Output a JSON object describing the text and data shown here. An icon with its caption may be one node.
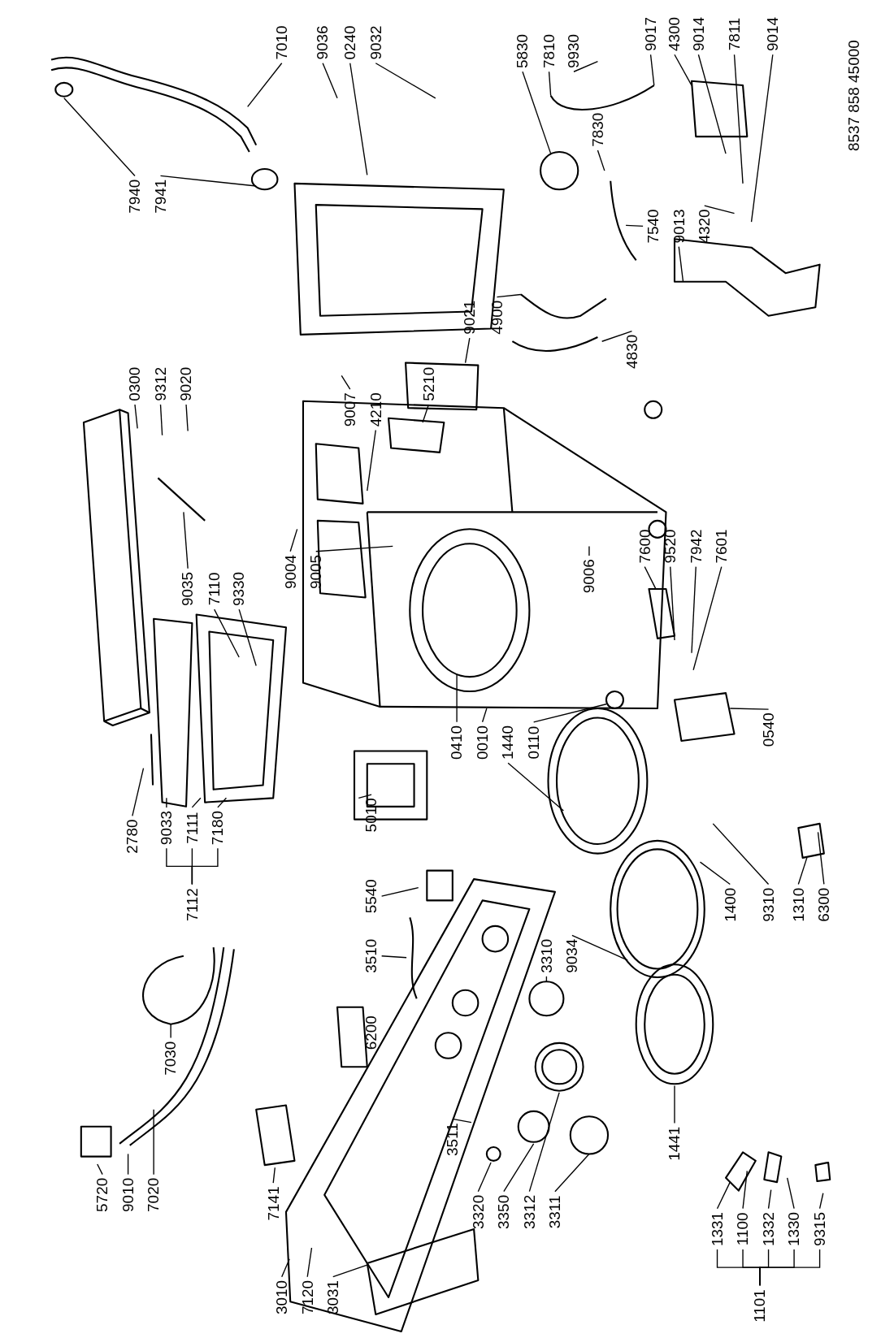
{
  "diagram": {
    "nodes": [
      {
        "text": [
          "7010"
        ]
      },
      {
        "text": [
          "9036"
        ]
      },
      {
        "text": [
          "0240"
        ]
      },
      {
        "text": [
          "9032"
        ]
      },
      {
        "text": [
          "5830"
        ]
      },
      {
        "text": [
          "7810"
        ]
      },
      {
        "text": [
          "9930"
        ]
      },
      {
        "text": [
          "9017"
        ]
      },
      {
        "text": [
          "4300"
        ]
      },
      {
        "text": [
          "9014"
        ]
      },
      {
        "text": [
          "7811"
        ]
      },
      {
        "text": [
          "9014"
        ]
      },
      {
        "text": [
          "7830"
        ]
      },
      {
        "text": [
          "7940"
        ]
      },
      {
        "text": [
          "7941"
        ]
      },
      {
        "text": [
          "7540"
        ]
      },
      {
        "text": [
          "9013"
        ]
      },
      {
        "text": [
          "4320"
        ]
      },
      {
        "text": [
          "9021"
        ]
      },
      {
        "text": [
          "4900"
        ]
      },
      {
        "text": [
          "4830"
        ]
      },
      {
        "text": [
          "5210"
        ]
      },
      {
        "text": [
          "9007"
        ]
      },
      {
        "text": [
          "4210"
        ]
      },
      {
        "text": [
          "0300"
        ]
      },
      {
        "text": [
          "9312"
        ]
      },
      {
        "text": [
          "9020"
        ]
      },
      {
        "text": [
          "9004"
        ]
      },
      {
        "text": [
          "9005"
        ]
      },
      {
        "text": [
          "9035"
        ]
      },
      {
        "text": [
          "7110"
        ]
      },
      {
        "text": [
          "9330"
        ]
      },
      {
        "text": [
          "9006"
        ]
      },
      {
        "text": [
          "7600"
        ]
      },
      {
        "text": [
          "9520"
        ]
      },
      {
        "text": [
          "7942"
        ]
      },
      {
        "text": [
          "7601"
        ]
      },
      {
        "text": [
          "0410"
        ]
      },
      {
        "text": [
          "0010"
        ]
      },
      {
        "text": [
          "1440"
        ]
      },
      {
        "text": [
          "0110"
        ]
      },
      {
        "text": [
          "0540"
        ]
      },
      {
        "text": [
          "2780"
        ]
      },
      {
        "text": [
          "9033"
        ]
      },
      {
        "text": [
          "7111"
        ]
      },
      {
        "text": [
          "7180"
        ]
      },
      {
        "text": [
          "5010"
        ]
      },
      {
        "text": [
          "7112"
        ]
      },
      {
        "text": [
          "5540"
        ]
      },
      {
        "text": [
          "3510"
        ]
      },
      {
        "text": [
          "3310"
        ]
      },
      {
        "text": [
          "9034"
        ]
      },
      {
        "text": [
          "1400"
        ]
      },
      {
        "text": [
          "9310"
        ]
      },
      {
        "text": [
          "1310"
        ]
      },
      {
        "text": [
          "6300"
        ]
      },
      {
        "text": [
          "7030"
        ]
      },
      {
        "text": [
          "3511"
        ]
      },
      {
        "text": [
          "1441"
        ]
      },
      {
        "text": [
          "5720"
        ]
      },
      {
        "text": [
          "9010"
        ]
      },
      {
        "text": [
          "7020"
        ]
      },
      {
        "text": [
          "7141"
        ]
      },
      {
        "text": [
          "3320"
        ]
      },
      {
        "text": [
          "3350"
        ]
      },
      {
        "text": [
          "3312"
        ]
      },
      {
        "text": [
          "3311"
        ]
      },
      {
        "text": [
          "1331"
        ]
      },
      {
        "text": [
          "1100"
        ]
      },
      {
        "text": [
          "1332"
        ]
      },
      {
        "text": [
          "1330"
        ]
      },
      {
        "text": [
          "9315"
        ]
      },
      {
        "text": [
          "1101"
        ]
      },
      {
        "text": [
          "3010"
        ]
      },
      {
        "text": [
          "7120"
        ]
      },
      {
        "text": [
          "3031"
        ]
      }
    ],
    "edges": [
      {
        "from": 0,
        "to": null,
        "arrow": "none"
      },
      {
        "from": 1,
        "to": null,
        "arrow": "none"
      },
      {
        "from": 2,
        "to": null,
        "arrow": "none"
      },
      {
        "from": 3,
        "to": null,
        "arrow": "none"
      },
      {
        "from": 4,
        "to": null,
        "arrow": "none"
      },
      {
        "from": 5,
        "to": null,
        "arrow": "none"
      },
      {
        "from": 6,
        "to": null,
        "arrow": "none"
      },
      {
        "from": 7,
        "to": null,
        "arrow": "none"
      },
      {
        "from": 8,
        "to": null,
        "arrow": "none"
      },
      {
        "from": 9,
        "to": null,
        "arrow": "none"
      },
      {
        "from": 10,
        "to": null,
        "arrow": "none"
      },
      {
        "from": 11,
        "to": null,
        "arrow": "none"
      },
      {
        "from": 12,
        "to": null,
        "arrow": "none"
      },
      {
        "from": 13,
        "to": null,
        "arrow": "none"
      },
      {
        "from": 14,
        "to": null,
        "arrow": "none"
      },
      {
        "from": 15,
        "to": null,
        "arrow": "none"
      },
      {
        "from": 16,
        "to": null,
        "arrow": "none"
      },
      {
        "from": 17,
        "to": null,
        "arrow": "none"
      },
      {
        "from": 18,
        "to": null,
        "arrow": "none"
      },
      {
        "from": 19,
        "to": null,
        "arrow": "none"
      },
      {
        "from": 20,
        "to": null,
        "arrow": "none"
      },
      {
        "from": 21,
        "to": null,
        "arrow": "none"
      },
      {
        "from": 22,
        "to": null,
        "arrow": "none"
      },
      {
        "from": 23,
        "to": null,
        "arrow": "none"
      },
      {
        "from": 24,
        "to": null,
        "arrow": "none"
      },
      {
        "from": 25,
        "to": null,
        "arrow": "none"
      },
      {
        "from": 26,
        "to": null,
        "arrow": "none"
      },
      {
        "from": 27,
        "to": null,
        "arrow": "none"
      },
      {
        "from": 28,
        "to": null,
        "arrow": "none"
      },
      {
        "from": 29,
        "to": null,
        "arrow": "none"
      },
      {
        "from": 30,
        "to": null,
        "arrow": "none"
      },
      {
        "from": 31,
        "to": null,
        "arrow": "none"
      },
      {
        "from": 32,
        "to": null,
        "arrow": "none"
      },
      {
        "from": 33,
        "to": null,
        "arrow": "none"
      },
      {
        "from": 34,
        "to": null,
        "arrow": "none"
      },
      {
        "from": 35,
        "to": null,
        "arrow": "none"
      },
      {
        "from": 36,
        "to": null,
        "arrow": "none"
      },
      {
        "from": 37,
        "to": null,
        "arrow": "none"
      },
      {
        "from": 38,
        "to": null,
        "arrow": "none"
      },
      {
        "from": 39,
        "to": null,
        "arrow": "none"
      },
      {
        "from": 40,
        "to": null,
        "arrow": "none"
      },
      {
        "from": 41,
        "to": null,
        "arrow": "none"
      },
      {
        "from": 42,
        "to": null,
        "arrow": "none"
      },
      {
        "from": 43,
        "to": null,
        "arrow": "none"
      },
      {
        "from": 44,
        "to": null,
        "arrow": "none"
      },
      {
        "from": 45,
        "to": null,
        "arrow": "none"
      },
      {
        "from": 46,
        "to": null,
        "arrow": "none"
      },
      {
        "from": 47,
        "to": 43,
        "arrow": "none"
      },
      {
        "from": 47,
        "to": 44,
        "arrow": "none"
      },
      {
        "from": 47,
        "to": 45,
        "arrow": "none"
      },
      {
        "from": 48,
        "to": null,
        "arrow": "none"
      },
      {
        "from": 49,
        "to": null,
        "arrow": "none"
      },
      {
        "from": 50,
        "to": null,
        "arrow": "none"
      },
      {
        "from": 51,
        "to": null,
        "arrow": "none"
      },
      {
        "from": 52,
        "to": null,
        "arrow": "none"
      },
      {
        "from": 53,
        "to": null,
        "arrow": "none"
      },
      {
        "from": 54,
        "to": null,
        "arrow": "none"
      },
      {
        "from": 55,
        "to": null,
        "arrow": "none"
      },
      {
        "from": 56,
        "to": null,
        "arrow": "none"
      },
      {
        "from": 57,
        "to": null,
        "arrow": "none"
      },
      {
        "from": 58,
        "to": null,
        "arrow": "none"
      },
      {
        "from": 59,
        "to": null,
        "arrow": "none"
      },
      {
        "from": 60,
        "to": null,
        "arrow": "none"
      },
      {
        "from": 61,
        "to": null,
        "arrow": "none"
      },
      {
        "from": 62,
        "to": null,
        "arrow": "none"
      },
      {
        "from": 63,
        "to": null,
        "arrow": "none"
      },
      {
        "from": 64,
        "to": null,
        "arrow": "none"
      },
      {
        "from": 65,
        "to": null,
        "arrow": "none"
      },
      {
        "from": 66,
        "to": null,
        "arrow": "none"
      },
      {
        "from": 67,
        "to": null,
        "arrow": "none"
      },
      {
        "from": 68,
        "to": null,
        "arrow": "none"
      },
      {
        "from": 69,
        "to": null,
        "arrow": "none"
      },
      {
        "from": 70,
        "to": null,
        "arrow": "none"
      },
      {
        "from": 71,
        "to": null,
        "arrow": "none"
      },
      {
        "from": 72,
        "to": 67,
        "arrow": "none"
      },
      {
        "from": 72,
        "to": 68,
        "arrow": "none"
      },
      {
        "from": 72,
        "to": 69,
        "arrow": "none"
      },
      {
        "from": 72,
        "to": 70,
        "arrow": "none"
      },
      {
        "from": 72,
        "to": 71,
        "arrow": "none"
      },
      {
        "from": 73,
        "to": null,
        "arrow": "none"
      },
      {
        "from": 74,
        "to": null,
        "arrow": "none"
      },
      {
        "from": 75,
        "to": null,
        "arrow": "none"
      }
    ],
    "labels": [
      "8537 858 45000",
      "6200"
    ]
  }
}
